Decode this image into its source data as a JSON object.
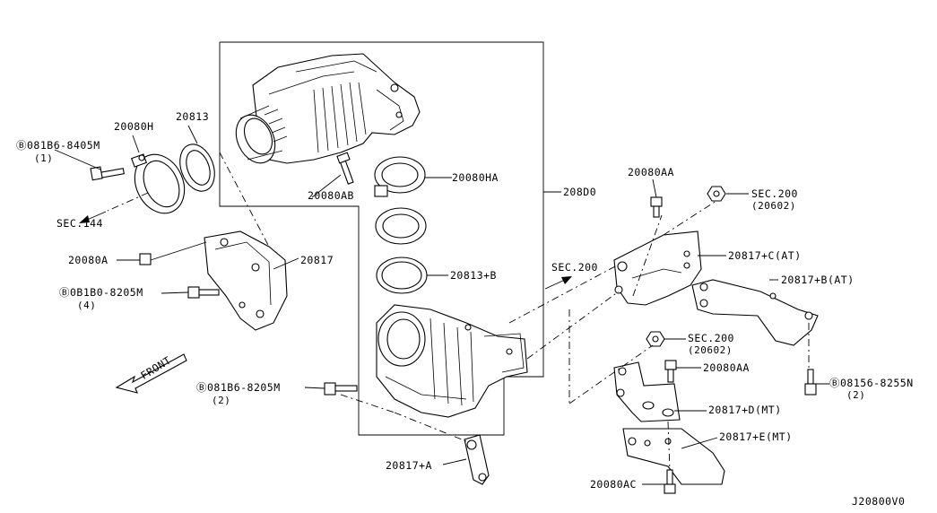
{
  "labels": {
    "bolt_081b6_8405m": "Ⓑ081B6-8405M",
    "qty_1": "(1)",
    "p20080h": "20080H",
    "p20813": "20813",
    "sec144": "SEC.144",
    "p20080ab": "20080AB",
    "p20080ha": "20080HA",
    "p208d0": "208D0",
    "p20080a": "20080A",
    "p20817": "20817",
    "bolt_081b0_8205m": "Ⓑ0B1B0-8205M",
    "qty_4": "(4)",
    "p20813b": "20813+B",
    "sec200_mid": "SEC.200",
    "front": "FRONT",
    "bolt_081b6_8205m": "Ⓑ081B6-8205M",
    "qty_2a": "(2)",
    "p20817a": "20817+A",
    "p20080aa_top": "20080AA",
    "sec200_top": "SEC.200",
    "sec200_top_sub": "(20602)",
    "p20817c": "20817+C(AT)",
    "p20817b": "20817+B(AT)",
    "sec200_low": "SEC.200",
    "sec200_low_sub": "(20602)",
    "p20080aa_low": "20080AA",
    "bolt_08156_8255n": "Ⓑ08156-8255N",
    "qty_2b": "(2)",
    "p20817d": "20817+D(MT)",
    "p20817e": "20817+E(MT)",
    "p20080ac": "20080AC",
    "diagram_code": "J20800V0"
  }
}
